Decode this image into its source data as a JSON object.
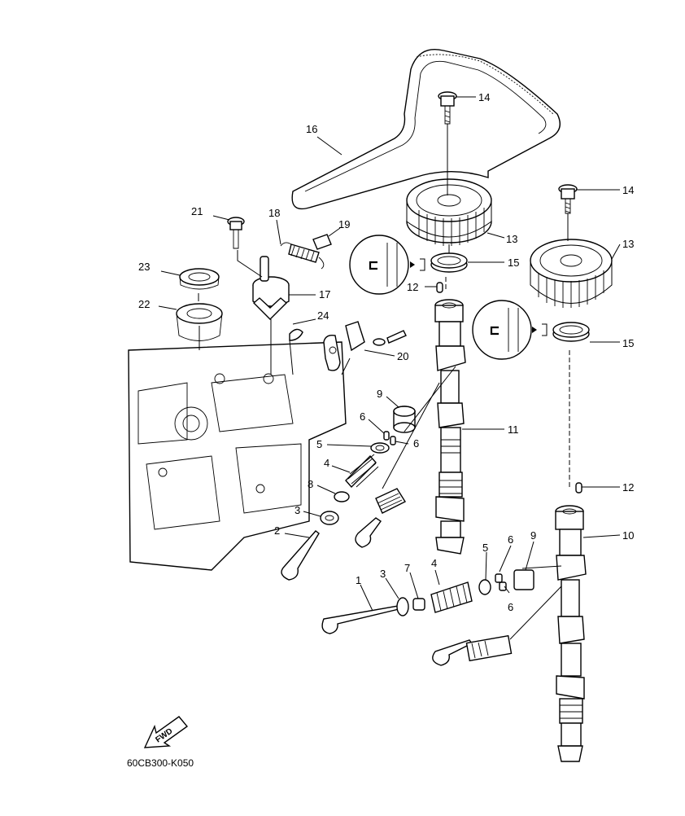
{
  "diagram_code": "60CB300-K050",
  "fwd_badge": "FWD",
  "callouts": {
    "c1": "1",
    "c2": "2",
    "c3a": "3",
    "c3b": "3",
    "c4a": "4",
    "c4b": "4",
    "c5a": "5",
    "c5b": "5",
    "c6a": "6",
    "c6b": "6",
    "c6c": "6",
    "c6d": "6",
    "c7": "7",
    "c8": "8",
    "c9a": "9",
    "c9b": "9",
    "c10": "10",
    "c11": "11",
    "c12a": "12",
    "c12b": "12",
    "c13a": "13",
    "c13b": "13",
    "c14a": "14",
    "c14b": "14",
    "c15a": "15",
    "c15b": "15",
    "c16": "16",
    "c17": "17",
    "c18": "18",
    "c19": "19",
    "c20": "20",
    "c21": "21",
    "c22": "22",
    "c23": "23",
    "c24": "24"
  }
}
